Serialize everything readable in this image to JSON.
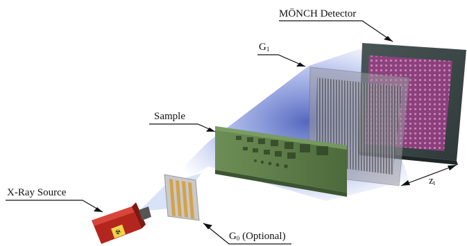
{
  "labels": {
    "detector": "MÖNCH Detector",
    "grating1_base": "G",
    "grating1_sub": "1",
    "sample": "Sample",
    "source": "X-Ray Source",
    "grating0_base": "G",
    "grating0_sub": "0",
    "grating0_suffix": "(Optional)",
    "distance_base": "z",
    "distance_sub": "t"
  },
  "colors": {
    "source_body": "#b3261e",
    "detector_frame": "#3f4a4a",
    "detector_pixels": "#c44fa7",
    "grating_frame": "#8e8e93",
    "sample_body": "#5f7f4a",
    "beam": "#2a47b8",
    "g0_lines": "#d4a24a"
  }
}
